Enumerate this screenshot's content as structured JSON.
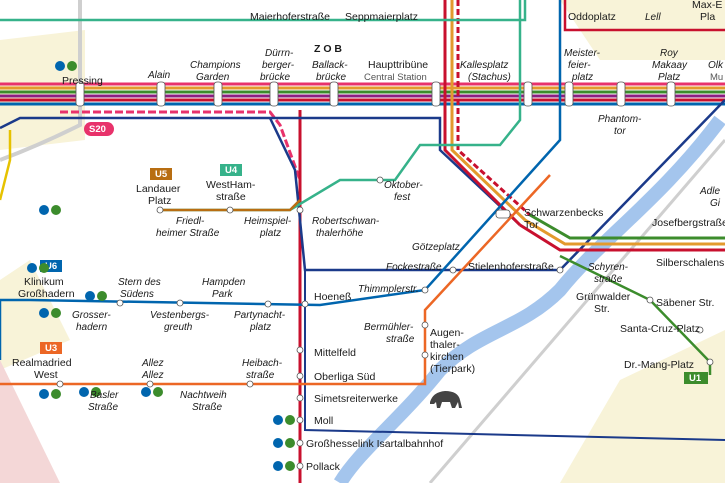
{
  "map": {
    "colors": {
      "u1": "#3c8c2c",
      "u2": "#c8102e",
      "u3": "#ec6725",
      "u4": "#36b28a",
      "u5": "#b86e12",
      "u6": "#0065ae",
      "sbahn": "#e8326b",
      "tram": "#1b3a8a",
      "bg_light": "#f8f3d8",
      "river": "#8db6e8"
    },
    "badges": {
      "u1": "U1",
      "u3": "U3",
      "u4": "U4",
      "u5": "U5",
      "u6": "U6",
      "s20": "S20"
    },
    "stations": {
      "maiehofer": "Maierhoferstraße",
      "seppmaier": "Seppmaierplatz",
      "oddoplatz": "Oddoplatz",
      "lell": "Lell",
      "maxeb_1": "Max-E",
      "maxeb_2": "Pla",
      "pressing": "Pressing",
      "alain": "Alain",
      "champions_1": "Champions",
      "champions_2": "Garden",
      "duerrn_1": "Dürrn-",
      "duerrn_2": "berger-",
      "duerrn_3": "brücke",
      "zob": "Z O B",
      "ballack_1": "Ballack-",
      "ballack_2": "brücke",
      "haupt_1": "Haupttribüne",
      "haupt_2": "Central Station",
      "kalles_1": "Kallesplatz",
      "kalles_2": "(Stachus)",
      "meister_1": "Meister-",
      "meister_2": "feier-",
      "meister_3": "platz",
      "roy_1": "Roy",
      "roy_2": "Makaay",
      "roy_3": "Platz",
      "olk_1": "Olk",
      "olk_2": "Mu",
      "phantom_1": "Phantom-",
      "phantom_2": "tor",
      "landauer_1": "Landauer",
      "landauer_2": "Platz",
      "westham_1": "WestHam-",
      "westham_2": "straße",
      "friedl_1": "Friedl-",
      "friedl_2": "heimer Straße",
      "heimspiel_1": "Heimspiel-",
      "heimspiel_2": "platz",
      "robert_1": "Robertschwan-",
      "robert_2": "thalerhöhe",
      "oktober_1": "Oktober-",
      "oktober_2": "fest",
      "schwarzen_1": "Schwarzenbecks",
      "schwarzen_2": "Tor",
      "adle_1": "Adle",
      "adle_2": "Gi",
      "josefberg": "Josefbergstraße",
      "goetze": "Götzeplatz",
      "focke": "Fockestraße",
      "stielenhofer": "Stielenhoferstraße",
      "schyren_1": "Schyren-",
      "schyren_2": "straße",
      "silber": "Silberschalens",
      "klinikum_1": "Klinikum",
      "klinikum_2": "Großhadern",
      "stern_1": "Stern des",
      "stern_2": "Südens",
      "hampden_1": "Hampden",
      "hampden_2": "Park",
      "hoeness": "Hoeneß",
      "thimmpler": "Thimmplerstr.",
      "gruenwalder_1": "Grünwalder",
      "gruenwalder_2": "Str.",
      "saebener": "Säbener Str.",
      "grosser_1": "Grosser-",
      "grosser_2": "hadern",
      "vesten_1": "Vestenbergs-",
      "vesten_2": "greuth",
      "partyn_1": "Partynacht-",
      "partyn_2": "platz",
      "bermuehler_1": "Bermühler-",
      "bermuehler_2": "straße",
      "augen_1": "Augen-",
      "augen_2": "thaler-",
      "augen_3": "kirchen",
      "augen_4": "(Tierpark)",
      "santacruz": "Santa-Cruz-Platz",
      "realmadrid_1": "Realmadried",
      "realmadrid_2": "West",
      "allez_1": "Allez",
      "allez_2": "Allez",
      "heibach_1": "Heibach-",
      "heibach_2": "straße",
      "mittelfeld": "Mittelfeld",
      "oberliga": "Oberliga Süd",
      "drmang": "Dr.-Mang-Platz",
      "basler_1": "Basler",
      "basler_2": "Straße",
      "nachtweih_1": "Nachtweih",
      "nachtweih_2": "Straße",
      "simets": "Simetsreiterwerke",
      "moll": "Moll",
      "grosshess": "Großhesselink Isartalbahnhof",
      "pollack": "Pollack"
    }
  }
}
